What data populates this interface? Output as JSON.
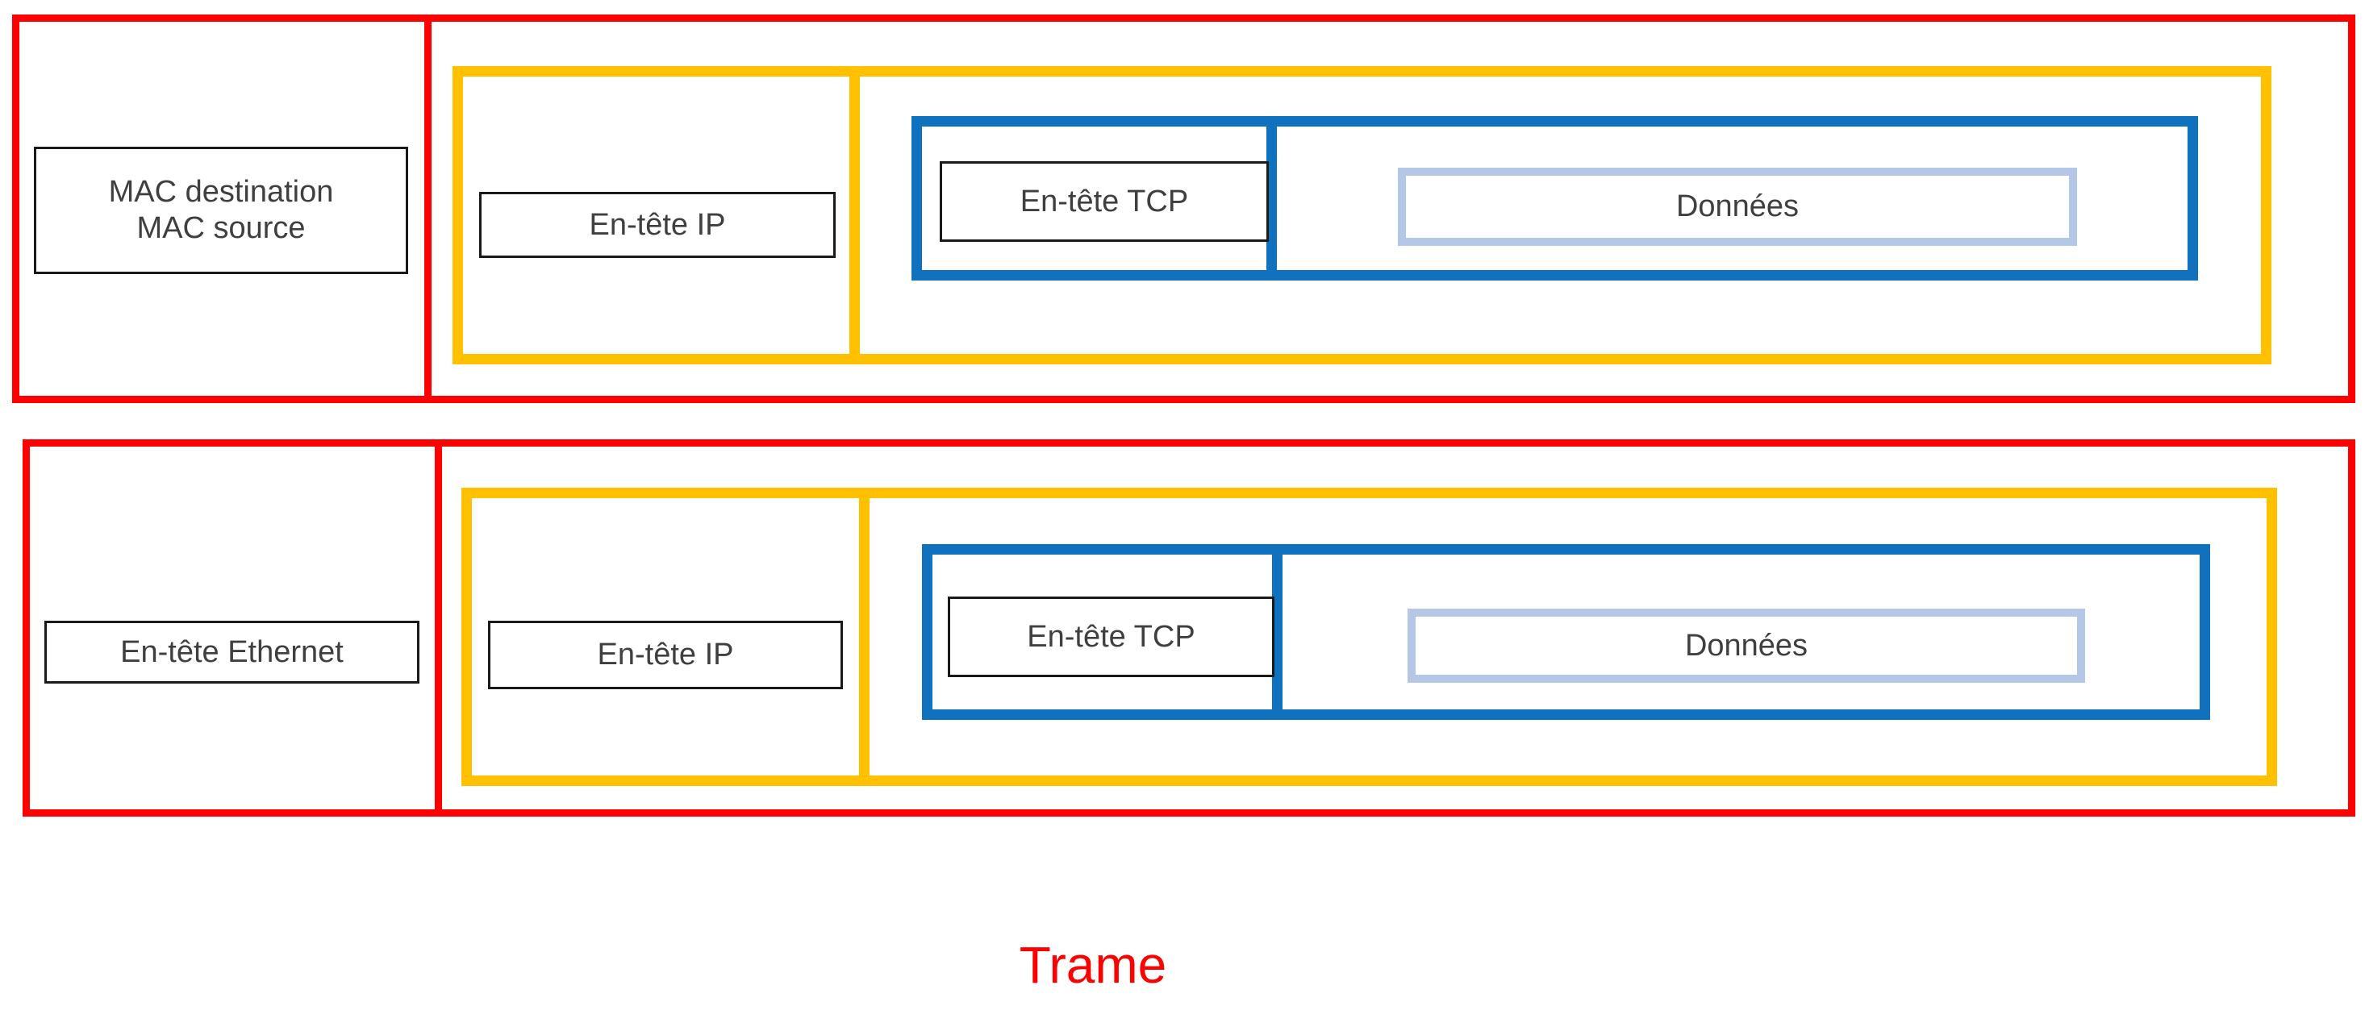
{
  "diagram": {
    "title_caption": "Trame",
    "colors": {
      "frame_red": "#FF0000",
      "ip_yellow": "#FFC000",
      "tcp_blue": "#1072BF",
      "data_lightblue": "#B4C7E7",
      "label_text": "#3F3F3F",
      "label_border": "#1A1A1A",
      "background": "#FFFFFF"
    },
    "rows": [
      {
        "id": "row-detailed",
        "ethernet_label": "MAC destination\nMAC source",
        "ip_label": "En-tête IP",
        "tcp_label": "En-tête TCP",
        "data_label": "Données"
      },
      {
        "id": "row-summary",
        "ethernet_label": "En-tête Ethernet",
        "ip_label": "En-tête IP",
        "tcp_label": "En-tête TCP",
        "data_label": "Données"
      }
    ]
  }
}
